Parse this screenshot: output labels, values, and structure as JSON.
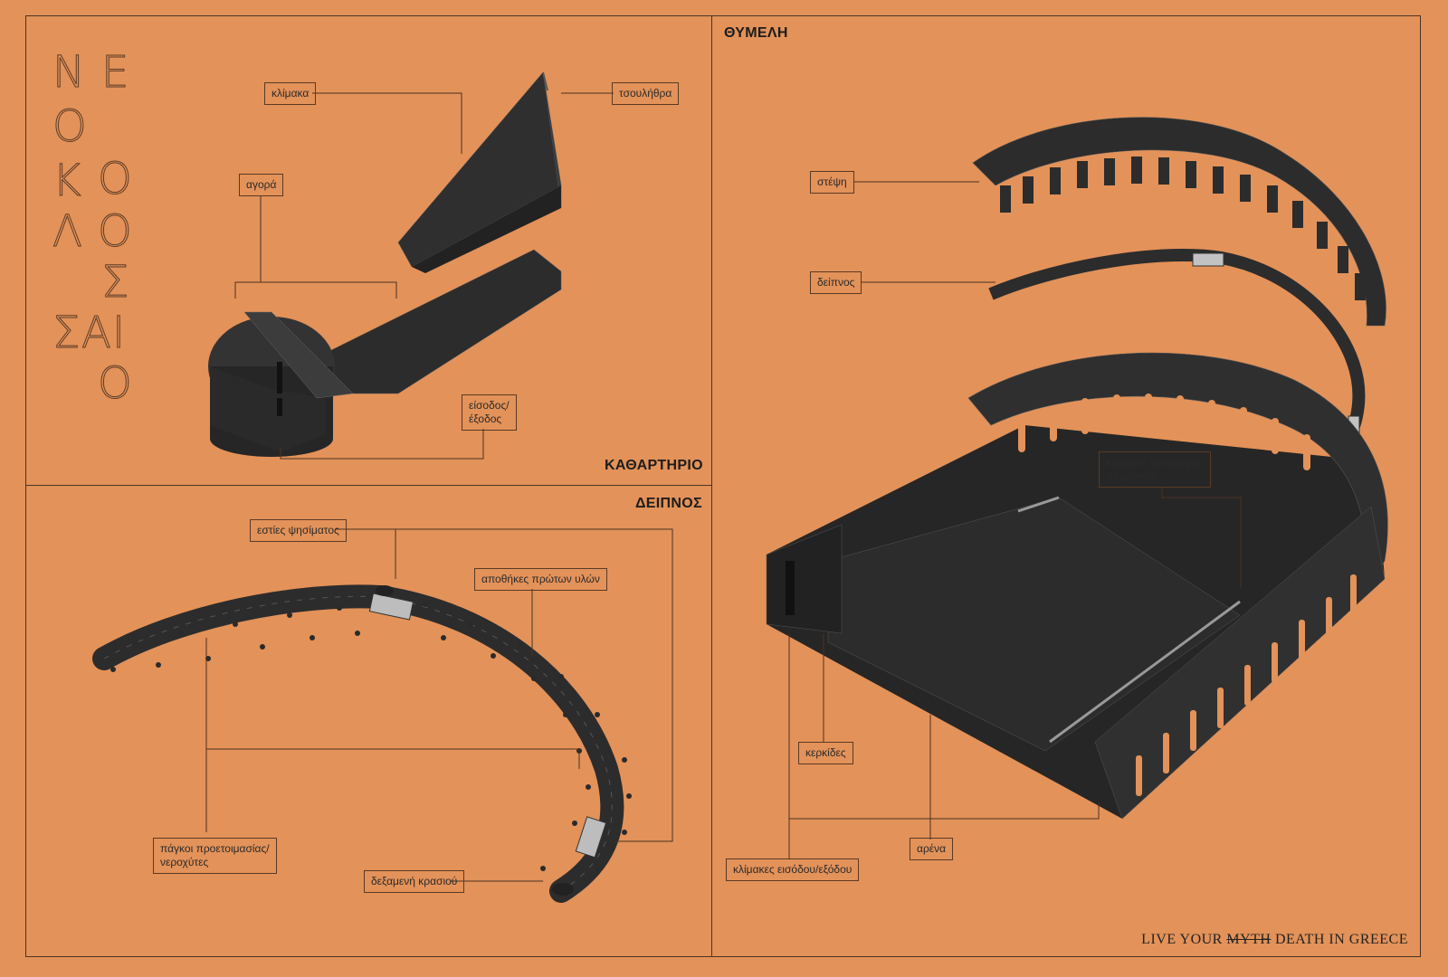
{
  "vertical_text": {
    "column1": [
      "Ν",
      "Ο",
      "Κ",
      "Λ",
      "Σ"
    ],
    "column2": [
      "Ε",
      "Ο",
      "Ο",
      "Σ",
      "Α",
      "Ι",
      "Ο"
    ]
  },
  "sections": {
    "katharthrio": {
      "title": "ΚΑΘΑΡΤΗΡΙΟ",
      "labels": {
        "klimaka": "κλίμακα",
        "tsoulithra": "τσουλήθρα",
        "agora": "αγορά",
        "eisodos": "είσοδος/\nέξοδος"
      }
    },
    "deipnos": {
      "title": "ΔΕΙΠΝΟΣ",
      "labels": {
        "esties": "εστίες ψησίματος",
        "apothikes": "αποθήκες πρώτων υλών",
        "pagkoi": "πάγκοι προετοιμασίας/\nνεροχύτες",
        "dexameni": "δεξαμενή κρασιού"
      }
    },
    "thymeli": {
      "title": "ΘΥΜΕΛΗ",
      "labels": {
        "stepsi": "στέψη",
        "deipnos": "δείπνος",
        "klimakes_aporripsis": "κλίμακες απόρριψης\nπτωμάτων",
        "kerkides": "κερκίδες",
        "arena": "αρένα",
        "klimakes_eisodou": "κλίμακες εισόδου/εξόδου"
      }
    }
  },
  "tagline": {
    "part1": "LIVE YOUR ",
    "struck": "MYTH",
    "part2": " DEATH IN GREECE"
  }
}
